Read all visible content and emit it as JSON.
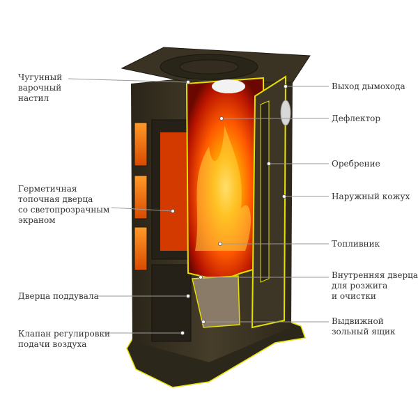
{
  "colors": {
    "stove_body": "#3b3424",
    "stove_dark": "#231f16",
    "outline": "#e6e000",
    "fire": "#ff6a00",
    "ember": "#c81e00",
    "leader": "#9a9a9a",
    "text": "#333333"
  },
  "labels": {
    "left": [
      {
        "id": "cast-iron-plate",
        "lines": [
          "Чугунный",
          "варочный",
          "настил"
        ]
      },
      {
        "id": "sealed-door",
        "lines": [
          "Герметичная",
          "топочная дверца",
          "со светопрозрачным",
          "экраном"
        ]
      },
      {
        "id": "ash-door",
        "lines": [
          "Дверца поддувала"
        ]
      },
      {
        "id": "air-valve",
        "lines": [
          "Клапан регулировки",
          "подачи воздуха"
        ]
      }
    ],
    "right": [
      {
        "id": "flue-outlet",
        "lines": [
          "Выход дымохода"
        ]
      },
      {
        "id": "deflector",
        "lines": [
          "Дефлектор"
        ]
      },
      {
        "id": "fins",
        "lines": [
          "Оребрение"
        ]
      },
      {
        "id": "outer-casing",
        "lines": [
          "Наружный кожух"
        ]
      },
      {
        "id": "firebox",
        "lines": [
          "Топливник"
        ]
      },
      {
        "id": "inner-door",
        "lines": [
          "Внутренняя дверца",
          "для розжига",
          "и очистки"
        ]
      },
      {
        "id": "ash-drawer",
        "lines": [
          "Выдвижной",
          "зольный ящик"
        ]
      }
    ]
  }
}
